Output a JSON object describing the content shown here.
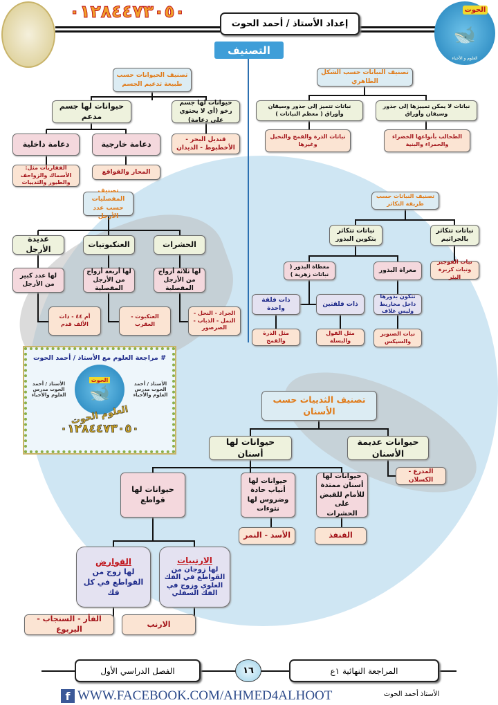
{
  "header": {
    "phone": "٠١٢٨٤٤٧٣٠٥٠",
    "author": "إعداد الأستاذ / أحمد الحوت",
    "section_label": "التصنيف",
    "logo_text": "الحوت",
    "logo_sub": "العلوم و الأحياء"
  },
  "animals_support": {
    "root": "تصنيف الحيوانات حسب طبيعة تدعيم الجسم",
    "supported": "حيوانات لها جسم مدعم",
    "soft": "حيوانات لها جسم رخو (أي لا يحتوي على دعامة)",
    "soft_ex": "قنديل البحر - الأخطبوط - الديدان",
    "internal": "دعامة داخلية",
    "external": "دعامة خارجية",
    "internal_ex": "الفقاريات مثل: الأسماك والزواحف والطيور والثدييات",
    "external_ex": "المحار والقواقع"
  },
  "arthropods": {
    "root": "تصنيف المفصليات حسب عدد الأرجل",
    "groups": [
      {
        "name": "الحشرات",
        "desc": "لها ثلاثة أزواج من الأرجل المفصلية",
        "ex": "الجراد - النحل - النمل - الذباب - الصرصور"
      },
      {
        "name": "العنكبوتيات",
        "desc": "لها أربعة أزواج من الأرجل المفصلية",
        "ex": "العنكبوت - العقرب"
      },
      {
        "name": "عديدة الأرجل",
        "desc": "لها عدد كبير من الأرجل",
        "ex": "أم ٤٤ - ذات الألف قدم"
      }
    ]
  },
  "plants_shape": {
    "root": "تصنيف النباتات حسب الشكل الظاهري",
    "not_distinguished": "نباتات لا يمكن تمييزها إلى جذور وسيقان وأوراق",
    "distinguished": "نباتات تتميز إلى جذور وسيقان وأوراق ( معظم النباتات )",
    "not_distinguished_ex": "الطحالب بأنواعها الخضراء والحمراء والبنية",
    "distinguished_ex": "نباتات الذرة والقمح والنخيل وغيرها"
  },
  "plants_reproduction": {
    "root": "تصنيف النباتات حسب طريقة التكاثر",
    "spores": "نباتات تتكاثر بالجراثيم",
    "spores_ex": "نبات الفوجير ونبات كزبرة البئر",
    "seeds": "نباتات تتكاثر بتكوين البذور",
    "angiosperms": "مغطاة البذور ( نباتات زهرية )",
    "gymnosperms": "معراة البذور",
    "gymno_desc": "تتكون بذورها داخل مخاريط وليس غلاف",
    "gymno_ex": "نبات الصنوبر والسيكس",
    "monocot": "ذات فلقة واحدة",
    "dicot": "ذات فلقتين",
    "monocot_ex": "مثل الذرة والقمح",
    "dicot_ex": "مثل الفول والبسلة"
  },
  "promo_card": {
    "title": "# مراجعة العلوم مع الأستاذ / أحمد الحوت",
    "side_left": "الأستاذ / أحمد الحوت مدرس العلوم والأحياء",
    "side_right": "الأستاذ / أحمد الحوت مدرس العلوم والأحياء",
    "brand": "الحوت",
    "slogan": "العلوم الحوت",
    "phone": "٠١٢٨٤٤٧٣٠٥٠"
  },
  "mammals_teeth": {
    "root": "تصنيف الثدييات حسب الأسنان",
    "toothed": "حيوانات لها أسنان",
    "toothless": "حيوانات عديمة الأسنان",
    "toothless_ex": "المدرع - الكسلان",
    "incisors": "حيوانات لها قواطع",
    "canines": "حيوانات لها أنياب حادة وضروس لها نتوءات",
    "canines_ex": "الأسد - النمر",
    "insectivores": "حيوانات لها أسنان ممتدة للأمام للقبض على الحشرات",
    "insectivores_ex": "القنفذ",
    "rodents_title": "القوارض",
    "rodents_desc": "لها زوج من القواطع في كل فك",
    "rodents_ex": "الفأر - السنجاب - اليربوع",
    "lagomorphs_title": "الارنبيات",
    "lagomorphs_desc": "لها زوجان من القواطع في الفك العلوي وزوج في الفك السفلي",
    "lagomorphs_ex": "الارنب"
  },
  "footer": {
    "term": "الفصل الدراسي الأول",
    "page": "١٦",
    "review": "المراجعة النهائية ١ع",
    "url": "WWW.FACEBOOK.COM/AHMED4ALHOOT",
    "signature": "الأستاذ أحمد الحوت"
  },
  "colors": {
    "accent_orange": "#e07b1a",
    "example_red": "#a3141a",
    "bg_blue": "#cfe6f3"
  }
}
